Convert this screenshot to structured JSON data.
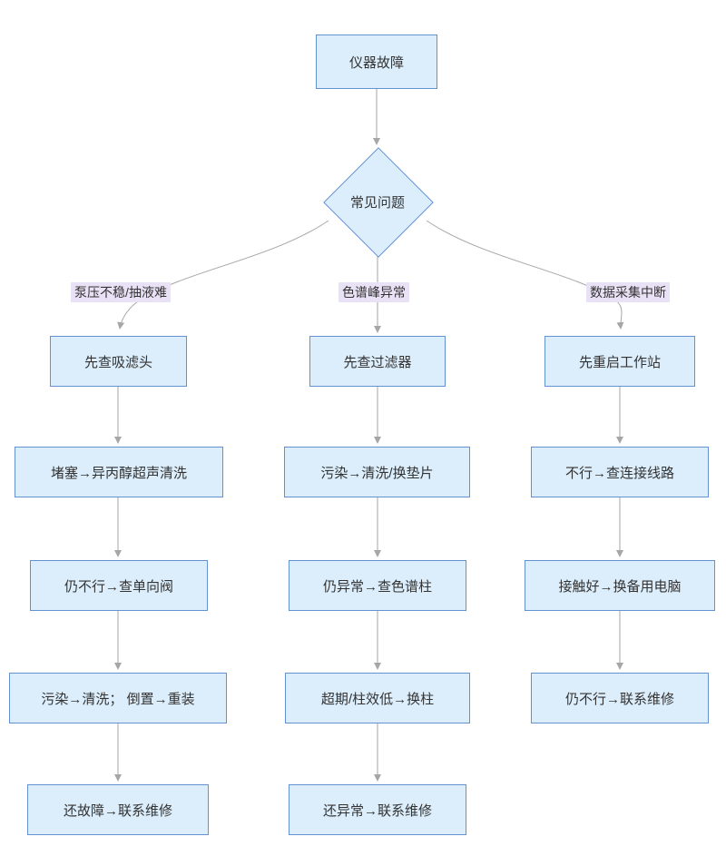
{
  "diagram": {
    "type": "flowchart",
    "nodes": {
      "root": "仪器故障",
      "decision": "常见问题",
      "col1": [
        "先查吸滤头",
        "堵塞→异丙醇超声清洗",
        "仍不行→查单向阀",
        "污染→清洗； 倒置→重装",
        "还故障→联系维修"
      ],
      "col2": [
        "先查过滤器",
        "污染→清洗/换垫片",
        "仍异常→查色谱柱",
        "超期/柱效低→换柱",
        "还异常→联系维修"
      ],
      "col3": [
        "先重启工作站",
        "不行→查连接线路",
        "接触好→换备用电脑",
        "仍不行→联系维修"
      ]
    },
    "edge_labels": [
      "泵压不稳/抽液难",
      "色谱峰异常",
      "数据采集中断"
    ],
    "colors": {
      "node_fill": "#dceefb",
      "node_border": "#6491d2",
      "label_bg": "#e9e2f6",
      "edge": "#a6a6a6",
      "text": "#333333"
    }
  }
}
